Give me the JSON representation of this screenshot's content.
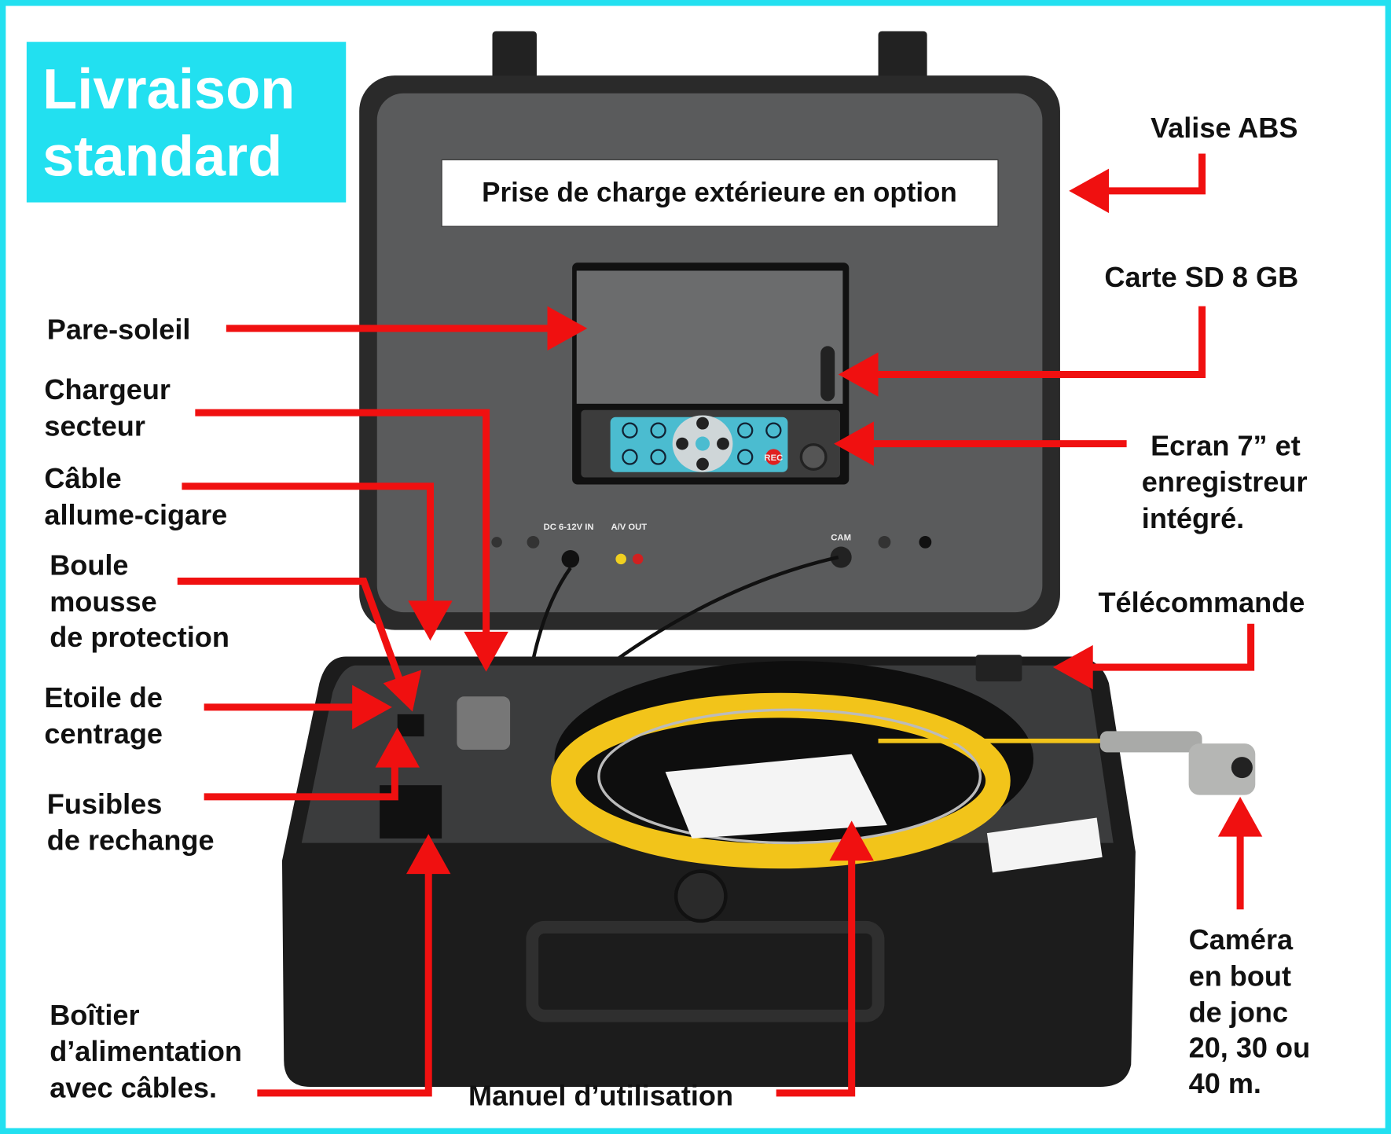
{
  "title": {
    "line1": "Livraison",
    "line2": "standard"
  },
  "banner": "Prise de charge extérieure en option",
  "labels": {
    "valise": "Valise ABS",
    "carte_sd": "Carte SD 8 GB",
    "ecran": [
      "Ecran 7” et",
      "enregistreur",
      "intégré."
    ],
    "telecommande": "Télécommande",
    "camera": [
      "Caméra",
      "en bout",
      "de jonc",
      "20, 30 ou",
      "40 m."
    ],
    "pare_soleil": "Pare-soleil",
    "chargeur": [
      "Chargeur",
      "secteur"
    ],
    "cable": [
      "Câble",
      "allume-cigare"
    ],
    "boule": [
      "Boule",
      "mousse",
      "de protection"
    ],
    "etoile": [
      "Etoile de",
      "centrage"
    ],
    "fusibles": [
      "Fusibles",
      "de rechange"
    ],
    "boitier": [
      "Boîtier",
      "d’alimentation",
      "avec câbles."
    ],
    "manuel": "Manuel d’utilisation"
  },
  "device": {
    "dc_in": "DC 6-12V IN",
    "av_out": "A/V OUT",
    "cam": "CAM",
    "rec": "REC"
  },
  "colors": {
    "frame": "#22e0f0",
    "arrow": "#f01010",
    "cable": "#f2c41a"
  }
}
